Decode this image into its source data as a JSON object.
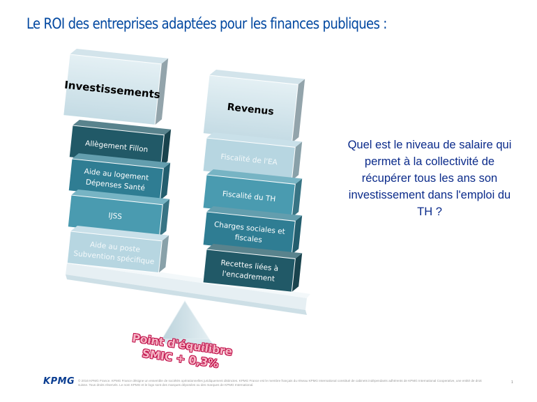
{
  "title": "Le ROI des entreprises adaptées pour les finances publiques :",
  "left_column": {
    "header": "Investissements",
    "items": [
      {
        "lines": [
          "Allègement Fillon"
        ],
        "color": "#215967"
      },
      {
        "lines": [
          "Aide au logement",
          "Dépenses Santé"
        ],
        "color": "#2f7d93"
      },
      {
        "lines": [
          "IJSS"
        ],
        "color": "#4a9bb0"
      },
      {
        "lines": [
          "Aide au poste",
          "Subvention spécifique"
        ],
        "color": "#b7d6e1"
      }
    ]
  },
  "right_column": {
    "header": "Revenus",
    "items": [
      {
        "lines": [
          "Fiscalité de l'EA"
        ],
        "color": "#b7d6e1"
      },
      {
        "lines": [
          "Fiscalité du TH"
        ],
        "color": "#4a9bb0"
      },
      {
        "lines": [
          "Charges sociales et",
          "fiscales"
        ],
        "color": "#2f7d93"
      },
      {
        "lines": [
          "Recettes liées à",
          "l'encadrement"
        ],
        "color": "#215967"
      }
    ]
  },
  "question": "Quel est le niveau de salaire qui permet à la collectivité de récupérer tous les ans son investissement dans l'emploi du TH ?",
  "balance_label": [
    "Point d'équilibre",
    "SMIC + 0,3%"
  ],
  "logo": "KPMG",
  "legal_text": "© 2016 KPMG France. KPMG France désigne un ensemble de sociétés opérationnelles juridiquement distinctes. KPMG France est le membre français du réseau KPMG International constitué de cabinets indépendants adhérents de KPMG International Cooperative, une entité de droit suisse. Tous droits réservés. Le nom KPMG et le logo sont des marques déposées ou des marques de KPMG International.",
  "page_number": "1",
  "colors": {
    "title": "#0047a0",
    "question": "#0a2a8a",
    "header_box": "#cfe3ea",
    "balance_text_fill": "#f6b6c6",
    "balance_text_outline": "#c0104a"
  }
}
